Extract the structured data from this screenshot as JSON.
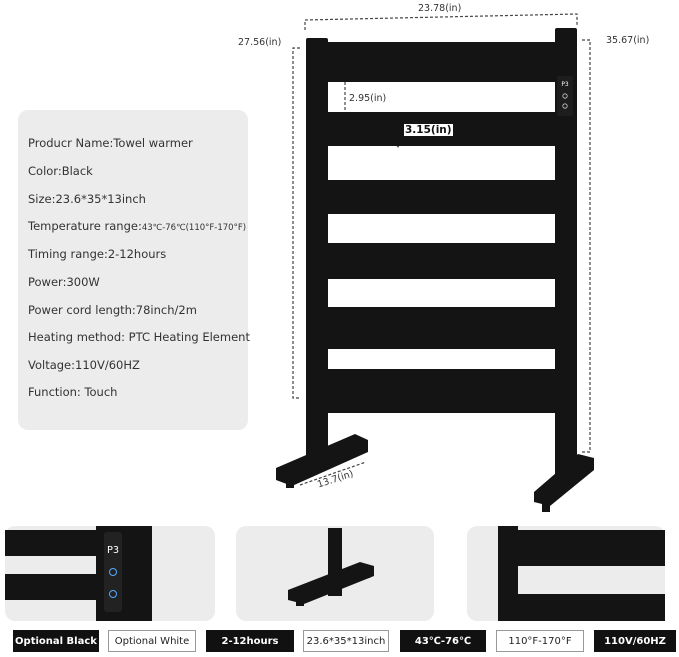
{
  "specs": [
    {
      "text": "Producr Name:Towel warmer"
    },
    {
      "text": "Color:Black"
    },
    {
      "text": "Size:23.6*35*13inch"
    },
    {
      "text": "Temperature range:",
      "small": "43℃-76℃(110°F-170°F)"
    },
    {
      "text": "Timing range:2-12hours"
    },
    {
      "text": "Power:300W"
    },
    {
      "text": "Power cord length:78inch/2m"
    },
    {
      "text": "Heating method: PTC Heating Element"
    },
    {
      "text": "Voltage:110V/60HZ"
    },
    {
      "text": "Function: Touch"
    }
  ],
  "dimensions": {
    "width_top": "23.78(in)",
    "height_left": "27.56(in)",
    "height_right": "35.67(in)",
    "bar_width": "2.95(in)",
    "bar_gap": "3.15(in)",
    "depth": "13.7(in)"
  },
  "panel_display": "P3",
  "chips": [
    {
      "label": "Optional Black",
      "style": "dark"
    },
    {
      "label": "Optional White",
      "style": "light"
    },
    {
      "label": "2-12hours",
      "style": "dark"
    },
    {
      "label": "23.6*35*13inch",
      "style": "light"
    },
    {
      "label": "43℃-76℃",
      "style": "dark"
    },
    {
      "label": "110°F-170°F",
      "style": "light"
    },
    {
      "label": "110V/60HZ",
      "style": "dark"
    }
  ],
  "colors": {
    "product": "#141414",
    "card_bg": "#ececec",
    "dim_line": "#444444"
  }
}
